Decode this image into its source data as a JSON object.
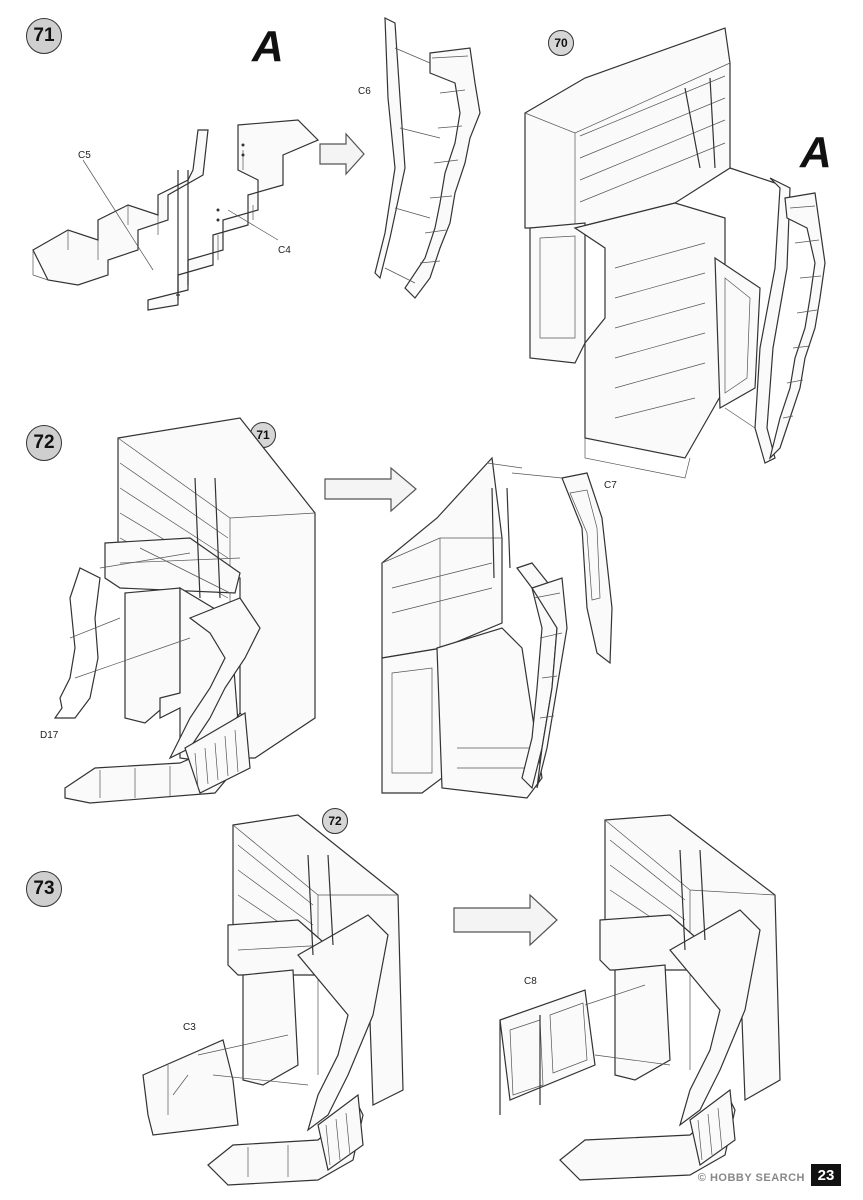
{
  "steps": [
    {
      "number": "71",
      "assembly_letter": "A",
      "assembly_letter_2": "A",
      "ref_step": "70",
      "parts": [
        "C5",
        "C4",
        "C6"
      ]
    },
    {
      "number": "72",
      "ref_step": "71",
      "parts": [
        "D17",
        "C7"
      ]
    },
    {
      "number": "73",
      "ref_step": "72",
      "parts": [
        "C3",
        "C8"
      ]
    }
  ],
  "page_number": "23",
  "watermark": "© HOBBY SEARCH"
}
